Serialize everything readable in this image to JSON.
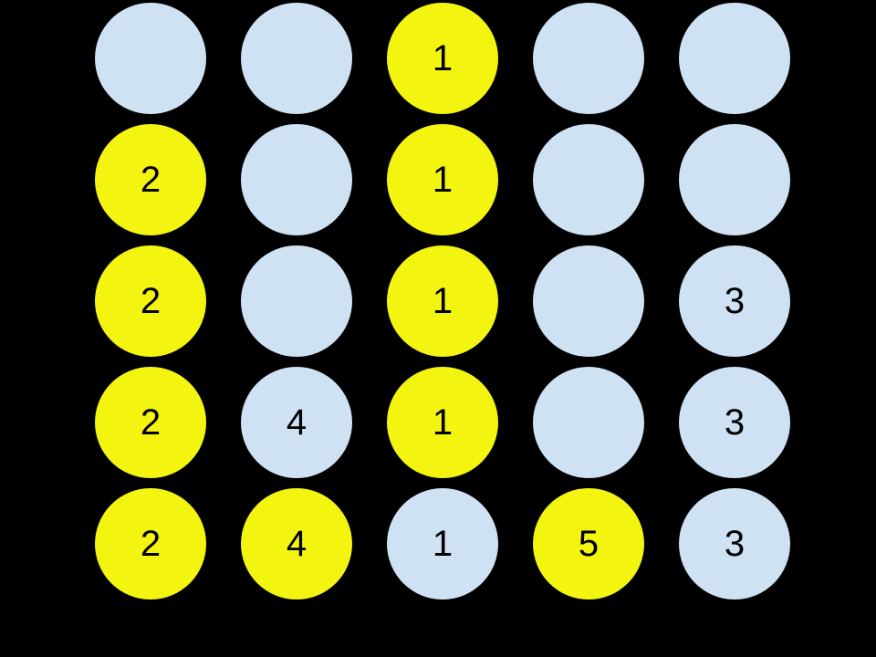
{
  "page": {
    "background_color": "#000000"
  },
  "board": {
    "rows": 5,
    "columns": 5,
    "palette": {
      "yellow": "#F4F411",
      "blue": "#CFE2F3",
      "number_color": "#000000"
    },
    "cells": [
      {
        "color": "blue",
        "label": ""
      },
      {
        "color": "blue",
        "label": ""
      },
      {
        "color": "yellow",
        "label": "1"
      },
      {
        "color": "blue",
        "label": ""
      },
      {
        "color": "blue",
        "label": ""
      },
      {
        "color": "yellow",
        "label": "2"
      },
      {
        "color": "blue",
        "label": ""
      },
      {
        "color": "yellow",
        "label": "1"
      },
      {
        "color": "blue",
        "label": ""
      },
      {
        "color": "blue",
        "label": ""
      },
      {
        "color": "yellow",
        "label": "2"
      },
      {
        "color": "blue",
        "label": ""
      },
      {
        "color": "yellow",
        "label": "1"
      },
      {
        "color": "blue",
        "label": ""
      },
      {
        "color": "blue",
        "label": "3"
      },
      {
        "color": "yellow",
        "label": "2"
      },
      {
        "color": "blue",
        "label": "4"
      },
      {
        "color": "yellow",
        "label": "1"
      },
      {
        "color": "blue",
        "label": ""
      },
      {
        "color": "blue",
        "label": "3"
      },
      {
        "color": "yellow",
        "label": "2"
      },
      {
        "color": "yellow",
        "label": "4"
      },
      {
        "color": "blue",
        "label": "1"
      },
      {
        "color": "yellow",
        "label": "5"
      },
      {
        "color": "blue",
        "label": "3"
      }
    ]
  }
}
